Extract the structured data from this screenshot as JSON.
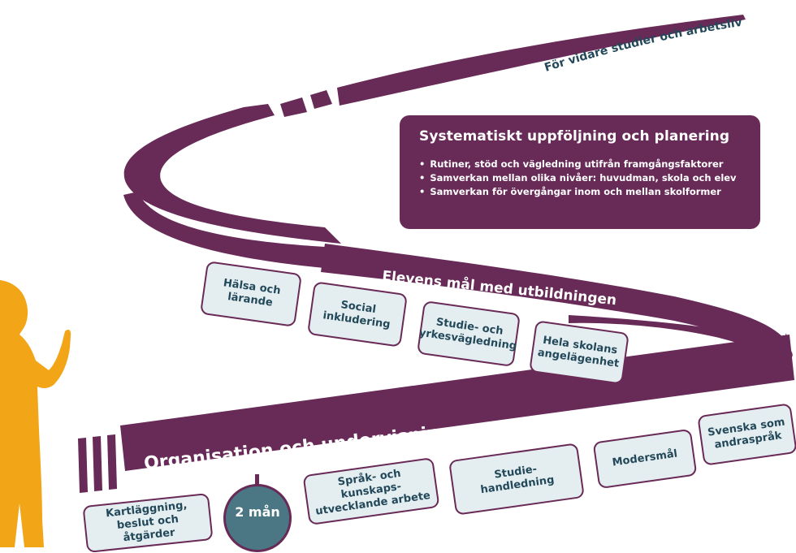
{
  "road": {
    "top_label": "För vidare studier och arbetsliv",
    "middle_label": "Elevens mål med utbildningen",
    "bottom_label": "Organisation och undervisning"
  },
  "infobox": {
    "title": "Systematiskt uppföljning och planering",
    "bullets": [
      "Rutiner, stöd och vägledning utifrån framgångsfaktorer",
      "Samverkan mellan olika nivåer: huvudman, skola och elev",
      "Samverkan för övergångar inom och mellan skolformer"
    ]
  },
  "upper_boxes": [
    "Hälsa och lärande",
    "Social inkludering",
    "Studie- och yrkesvägledning",
    "Hela skolans angelägenhet"
  ],
  "lower_boxes": [
    "Kartläggning, beslut och åtgärder",
    "Språk- och kunskaps- utvecklande arbete",
    "Studie- handledning",
    "Modersmål",
    "Svenska som andraspråk"
  ],
  "circle_label": "2 mån",
  "colors": {
    "road": "#682a57",
    "box_fill": "#e4eef0",
    "box_text": "#22485a",
    "figure": "#f2a516",
    "circle": "#4a7783"
  }
}
